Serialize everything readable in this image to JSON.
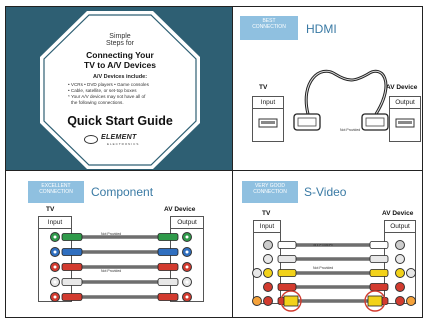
{
  "quick_start": {
    "simple": "Simple",
    "steps_for": "Steps for",
    "connecting_line1": "Connecting Your",
    "connecting_line2": "TV to A/V Devices",
    "av_heading": "A/V Devices include:",
    "list_line1": "• VCRs  • DVD players  • Game consoles",
    "list_line2": "• Cable, satellite, or set-top boxes",
    "list_line3": "* Your A/V devices may not have all of",
    "list_line4": "the following connections.",
    "title": "Quick Start Guide",
    "logo_word": "ELEMENT",
    "logo_sub": "ELECTRONICS"
  },
  "hdmi": {
    "badge_line1": "BEST",
    "badge_line2": "CONNECTION",
    "title": "HDMI",
    "tv_label": "TV",
    "av_label": "AV Device",
    "input_label": "Input",
    "output_label": "Output",
    "cable_note": "Not Provided"
  },
  "component": {
    "badge_line1": "EXCELLENT",
    "badge_line2": "CONNECTION",
    "title": "Component",
    "tv_label": "TV",
    "av_label": "AV Device",
    "input_label": "Input",
    "output_label": "Output",
    "cable_note_1": "Not Provided",
    "cable_note_2": "Not Provided"
  },
  "svideo": {
    "badge_line1": "VERY GOOD",
    "badge_line2": "CONNECTION",
    "title": "S-Video",
    "tv_label": "TV",
    "av_label": "AV Device",
    "input_label": "Input",
    "output_label": "Output",
    "cable_note_1": "Not Provided",
    "cable_note_2": "Not Provided"
  },
  "colors": {
    "panel_bg": "#2e5f73",
    "badge_bg": "#8fc0e0",
    "title_blue": "#3a7aa4",
    "green": "#2f9a4a",
    "blue": "#2f6fc0",
    "red": "#d23b2f",
    "white": "#e8e8e8",
    "yellow": "#f2d21a"
  }
}
